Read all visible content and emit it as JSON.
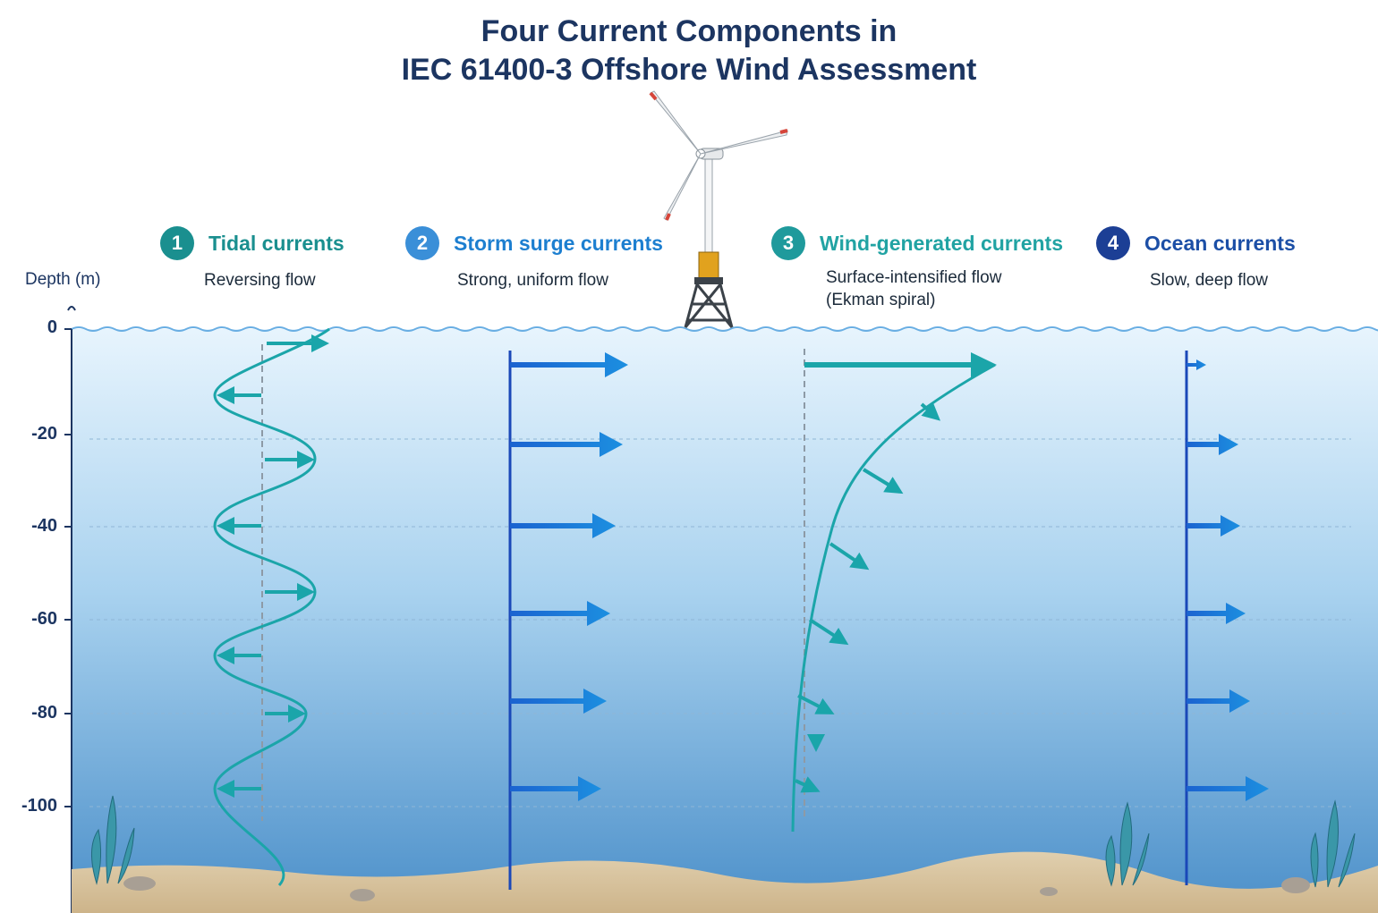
{
  "title": {
    "line1": "Four Current Components in",
    "line2": "IEC 61400-3 Offshore Wind Assessment"
  },
  "axis": {
    "label": "Depth (m)",
    "ticks": [
      "0",
      "-20",
      "-40",
      "-60",
      "-80",
      "-100"
    ]
  },
  "components": [
    {
      "number": "1",
      "title": "Tidal currents",
      "subtitle": [
        "Reversing flow"
      ],
      "color": "#1a8f8f"
    },
    {
      "number": "2",
      "title": "Storm surge currents",
      "subtitle": [
        "Strong, uniform flow"
      ],
      "color": "#1d7fd0"
    },
    {
      "number": "3",
      "title": "Wind-generated currents",
      "subtitle": [
        "Surface-intensified flow",
        "(Ekman spiral)"
      ],
      "color": "#21a3a3"
    },
    {
      "number": "4",
      "title": "Ocean currents",
      "subtitle": [
        "Slow, deep flow"
      ],
      "color": "#1c4fa6"
    }
  ],
  "colors": {
    "teal": "#1ba5a9",
    "blue_arrow": "#1457c8",
    "profile_line": "#1a48b8",
    "water_top": "#e6f4fd",
    "water_bottom": "#4a8fc8",
    "seabed": "#d9c6a4"
  },
  "icons": [
    "wind-turbine-icon",
    "seaweed-icon",
    "rock-icon",
    "depth-pointer-icon"
  ]
}
